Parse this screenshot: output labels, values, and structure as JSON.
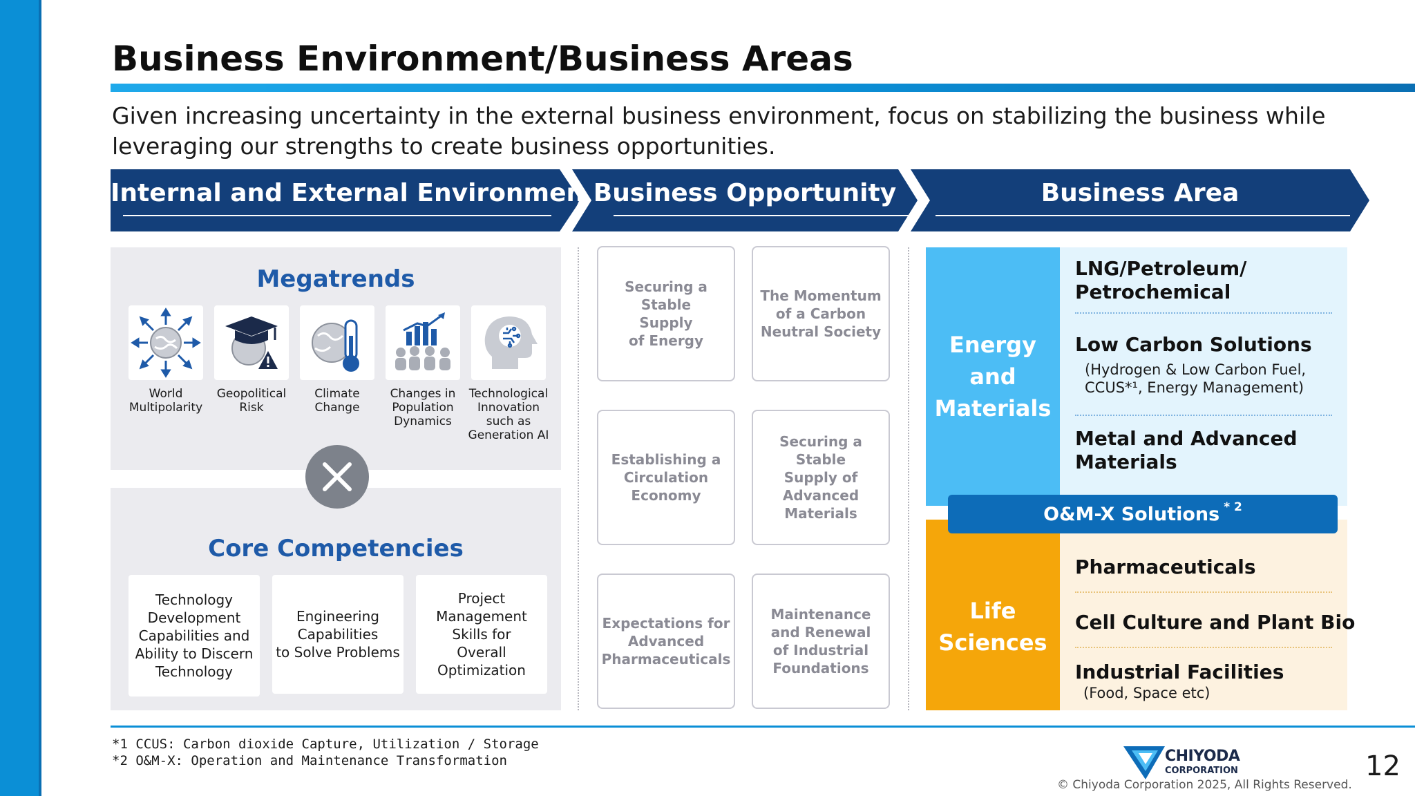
{
  "header": {
    "title": "Business Environment/Business Areas",
    "subtitle": "Given increasing uncertainty in the external business environment, focus on stabilizing the business while leveraging our strengths to create business opportunities."
  },
  "flow": [
    {
      "label": "Internal and External Environment"
    },
    {
      "label": "Business Opportunity"
    },
    {
      "label": "Business Area"
    }
  ],
  "megatrends": {
    "heading": "Megatrends",
    "items": [
      {
        "caption": "World\nMultipolarity",
        "icon": "globe-arrows-icon"
      },
      {
        "caption": "Geopolitical\nRisk",
        "icon": "graduation-cap-warning-icon"
      },
      {
        "caption": "Climate\nChange",
        "icon": "globe-thermometer-icon"
      },
      {
        "caption": "Changes in\nPopulation\nDynamics",
        "icon": "population-chart-icon"
      },
      {
        "caption": "Technological\nInnovation\nsuch as\nGeneration AI",
        "icon": "ai-brain-icon"
      }
    ]
  },
  "cross_icon": "cross-icon",
  "competencies": {
    "heading": "Core Competencies",
    "items": [
      "Technology\nDevelopment\nCapabilities and\nAbility to Discern\nTechnology",
      "Engineering\nCapabilities\nto Solve Problems",
      "Project\nManagement\nSkills for\nOverall\nOptimization"
    ]
  },
  "opportunities": [
    "Securing a Stable\nSupply\nof Energy",
    "The Momentum\nof a Carbon\nNeutral Society",
    "Establishing a\nCirculation\nEconomy",
    "Securing a Stable\nSupply of\nAdvanced\nMaterials",
    "Expectations for\nAdvanced\nPharmaceuticals",
    "Maintenance\nand Renewal\nof Industrial\nFoundations"
  ],
  "business_area": {
    "energy": {
      "label": "Energy and\nMaterials",
      "items": [
        {
          "head": "LNG/Petroleum/\nPetrochemical",
          "sub": ""
        },
        {
          "head": "Low Carbon Solutions",
          "sub": "(Hydrogen & Low Carbon Fuel,\n CCUS*¹, Energy Management)"
        },
        {
          "head": "Metal and Advanced\nMaterials",
          "sub": ""
        }
      ]
    },
    "om_x": "O&M-X Solutions",
    "om_x_note": "* 2",
    "life": {
      "label": "Life\nSciences",
      "items": [
        {
          "head": "Pharmaceuticals",
          "sub": ""
        },
        {
          "head": "Cell Culture and Plant Bio",
          "sub": ""
        },
        {
          "head": "Industrial Facilities",
          "sub": "(Food, Space etc)"
        }
      ]
    }
  },
  "footnotes": [
    "*1 CCUS: Carbon dioxide Capture, Utilization / Storage",
    "*2 O&M-X: Operation and Maintenance Transformation"
  ],
  "footer": {
    "logo_top": "CHIYODA",
    "logo_bottom": "CORPORATION",
    "copyright": "© Chiyoda Corporation 2025, All Rights Reserved.",
    "page_number": "12"
  },
  "colors": {
    "accent_blue": "#0b8fd6",
    "navy": "#133f7a",
    "energy_blue": "#4cbdf5",
    "life_orange": "#f5a60a",
    "om_blue": "#0d6cb8"
  }
}
